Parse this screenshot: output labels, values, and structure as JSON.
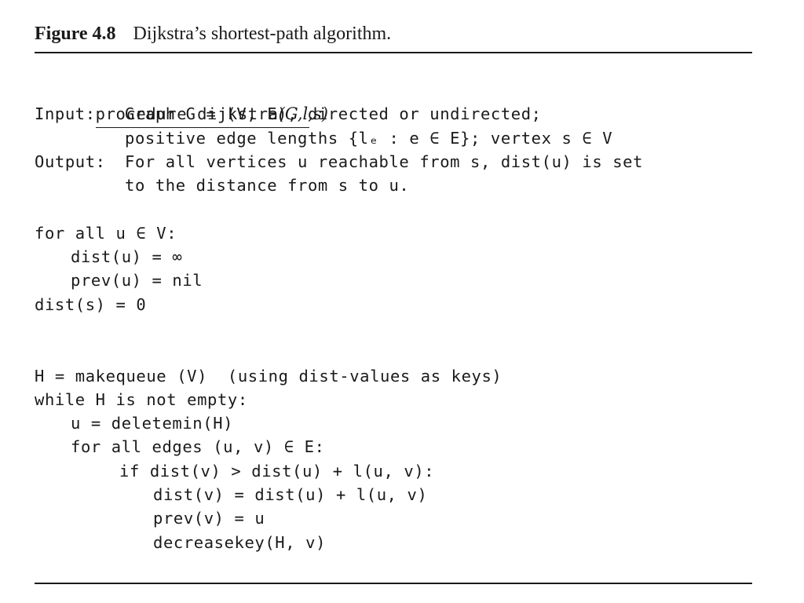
{
  "caption": {
    "number": "Figure 4.8",
    "title": "Dijkstra’s shortest-path algorithm."
  },
  "code": {
    "header": {
      "keyword": "procedure dijkstra",
      "args": "(G,l,s)"
    },
    "input_label": "Input:",
    "input_line1": "Graph G = (V, E), directed or undirected;",
    "input_line2": "positive edge lengths {lₑ : e ∈ E}; vertex s ∈ V",
    "output_label": "Output:",
    "output_line1": "For all vertices u reachable from s, dist(u) is set",
    "output_line2": "to the distance from s to u.",
    "init": [
      "for all u ∈ V:",
      "dist(u) = ∞",
      "prev(u) = nil",
      "dist(s) = 0"
    ],
    "main": [
      "H = makequeue (V)  (using dist-values as keys)",
      "while H is not empty:",
      "u = deletemin(H)",
      "for all edges (u, v) ∈ E:",
      "if dist(v) > dist(u) + l(u, v):",
      "dist(v) = dist(u) + l(u, v)",
      "prev(v) = u",
      "decreasekey(H, v)"
    ]
  }
}
